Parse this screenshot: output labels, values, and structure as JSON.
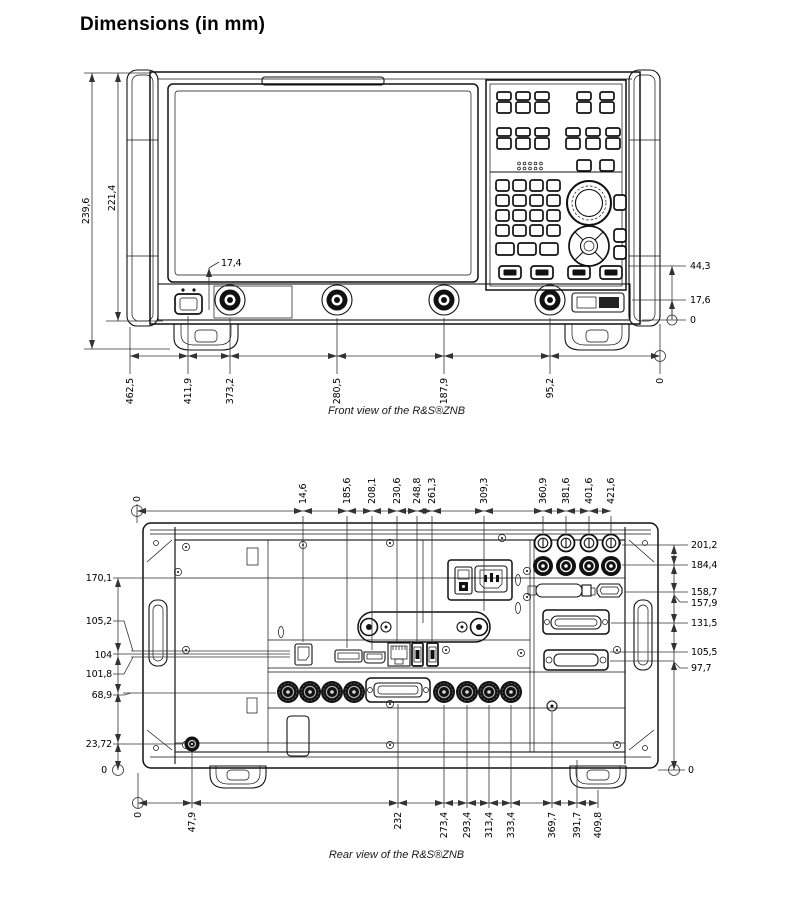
{
  "page": {
    "title": "Dimensions (in mm)"
  },
  "colors": {
    "line": "#111111",
    "dim_line": "#333333",
    "background": "#ffffff",
    "text": "#000000"
  },
  "front_view": {
    "caption": "Front view of the R&S®ZNB",
    "dims_left": [
      "239,6",
      "221,4"
    ],
    "dim_inner": "17,4",
    "dims_right": [
      "44,3",
      "17,6",
      "0"
    ],
    "dims_bottom": [
      "462,5",
      "411,9",
      "373,2",
      "280,5",
      "187,9",
      "95,2",
      "0"
    ]
  },
  "rear_view": {
    "caption": "Rear view of the R&S®ZNB",
    "dims_top": [
      "0",
      "14,6",
      "185,6",
      "208,1",
      "230,6",
      "248,8",
      "261,3",
      "309,3",
      "360,9",
      "381,6",
      "401,6",
      "421,6"
    ],
    "dims_left": [
      "170,1",
      "105,2",
      "104",
      "101,8",
      "68,9",
      "23,72",
      "0"
    ],
    "dims_right": [
      "201,2",
      "184,4",
      "158,7",
      "157,9",
      "131,5",
      "105,5",
      "97,7",
      "0"
    ],
    "dims_bottom": [
      "0",
      "47,9",
      "232",
      "273,4",
      "293,4",
      "313,4",
      "333,4",
      "369,7",
      "391,7",
      "409,8"
    ]
  }
}
